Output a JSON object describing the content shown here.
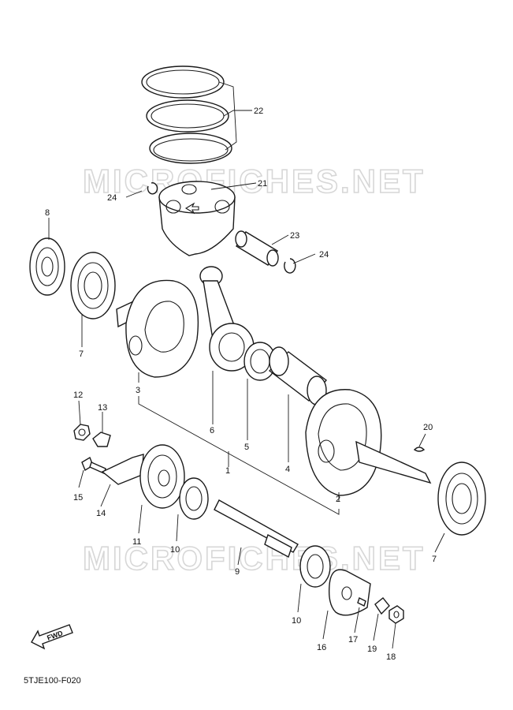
{
  "diagram": {
    "watermark": "MICROFICHES.NET",
    "code": "5TJE100-F020",
    "fwd_label": "FWD",
    "callouts": {
      "c1": "1",
      "c2": "2",
      "c3": "3",
      "c4": "4",
      "c5": "5",
      "c6": "6",
      "c7": "7",
      "c8": "8",
      "c9": "9",
      "c10": "10",
      "c11": "11",
      "c12": "12",
      "c13": "13",
      "c14": "14",
      "c15": "15",
      "c16": "16",
      "c17": "17",
      "c18": "18",
      "c19": "19",
      "c20": "20",
      "c21": "21",
      "c22": "22",
      "c23": "23",
      "c24": "24"
    }
  }
}
